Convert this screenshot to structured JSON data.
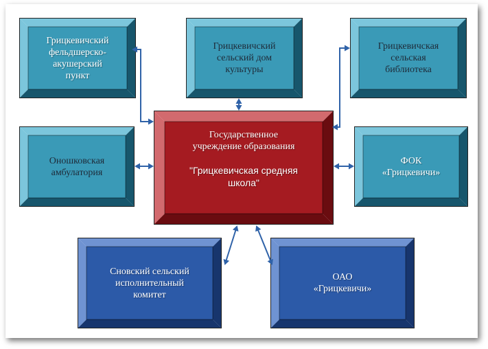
{
  "center": {
    "line1": "Государственное",
    "line2": "учреждение образования",
    "line3": "\"Грицкевичская средняя",
    "line4": "школа\""
  },
  "boxes": {
    "feldsher": {
      "lines": [
        "Грицкевичский",
        "фельдшерско-",
        "акушерский",
        "пункт"
      ]
    },
    "dom_kultury": {
      "lines": [
        "Грицкевичский",
        "сельский дом",
        "культуры"
      ]
    },
    "biblioteka": {
      "lines": [
        "Грицкевичская",
        "сельская",
        "библиотека"
      ]
    },
    "ambulatoria": {
      "lines": [
        "Оношковская",
        "амбулатория"
      ]
    },
    "fok": {
      "lines": [
        "ФОК",
        "«Грицкевичи»"
      ]
    },
    "ispolkom": {
      "lines": [
        "Сновский сельский",
        "исполнительный",
        "комитет"
      ]
    },
    "oao": {
      "lines": [
        "ОАО",
        "«Грицкевичи»"
      ]
    }
  },
  "colors": {
    "teal": "#3a9ab7",
    "teal_light": "#7cc6dc",
    "teal_dark": "#17566c",
    "blue": "#2c5aa8",
    "blue_light": "#6f93d2",
    "blue_dark": "#17356d",
    "red": "#a51b21",
    "red_light": "#d26a6e",
    "red_dark": "#6a0c10",
    "arrow": "#2f62a8"
  }
}
